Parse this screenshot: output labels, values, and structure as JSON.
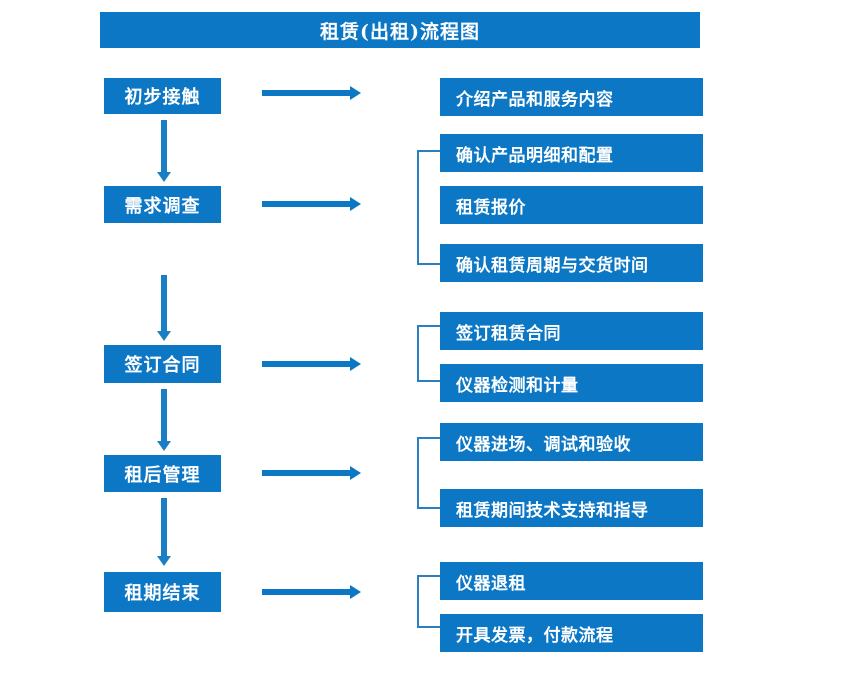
{
  "diagram": {
    "title": "租赁(出租)流程图",
    "accent_color": "#0c77c5",
    "arrow_color": "#1a7ec4",
    "bracket_color": "#2a7fc0",
    "text_color": "#ffffff",
    "background_color": "#ffffff"
  },
  "stages": [
    {
      "label": "初步接触"
    },
    {
      "label": "需求调查"
    },
    {
      "label": "签订合同"
    },
    {
      "label": "租后管理"
    },
    {
      "label": "租期结束"
    }
  ],
  "details": [
    {
      "label": "介绍产品和服务内容"
    },
    {
      "label": "确认产品明细和配置"
    },
    {
      "label": "租赁报价"
    },
    {
      "label": "确认租赁周期与交货时间"
    },
    {
      "label": "签订租赁合同"
    },
    {
      "label": "仪器检测和计量"
    },
    {
      "label": "仪器进场、调试和验收"
    },
    {
      "label": "租赁期间技术支持和指导"
    },
    {
      "label": "仪器退租"
    },
    {
      "label": "开具发票，付款流程"
    }
  ],
  "groups": [
    {
      "stage": "初步接触",
      "details": [
        "介绍产品和服务内容"
      ]
    },
    {
      "stage": "需求调查",
      "details": [
        "确认产品明细和配置",
        "租赁报价",
        "确认租赁周期与交货时间"
      ]
    },
    {
      "stage": "签订合同",
      "details": [
        "签订租赁合同",
        "仪器检测和计量"
      ]
    },
    {
      "stage": "租后管理",
      "details": [
        "仪器进场、调试和验收",
        "租赁期间技术支持和指导"
      ]
    },
    {
      "stage": "租期结束",
      "details": [
        "仪器退租",
        "开具发票，付款流程"
      ]
    }
  ]
}
